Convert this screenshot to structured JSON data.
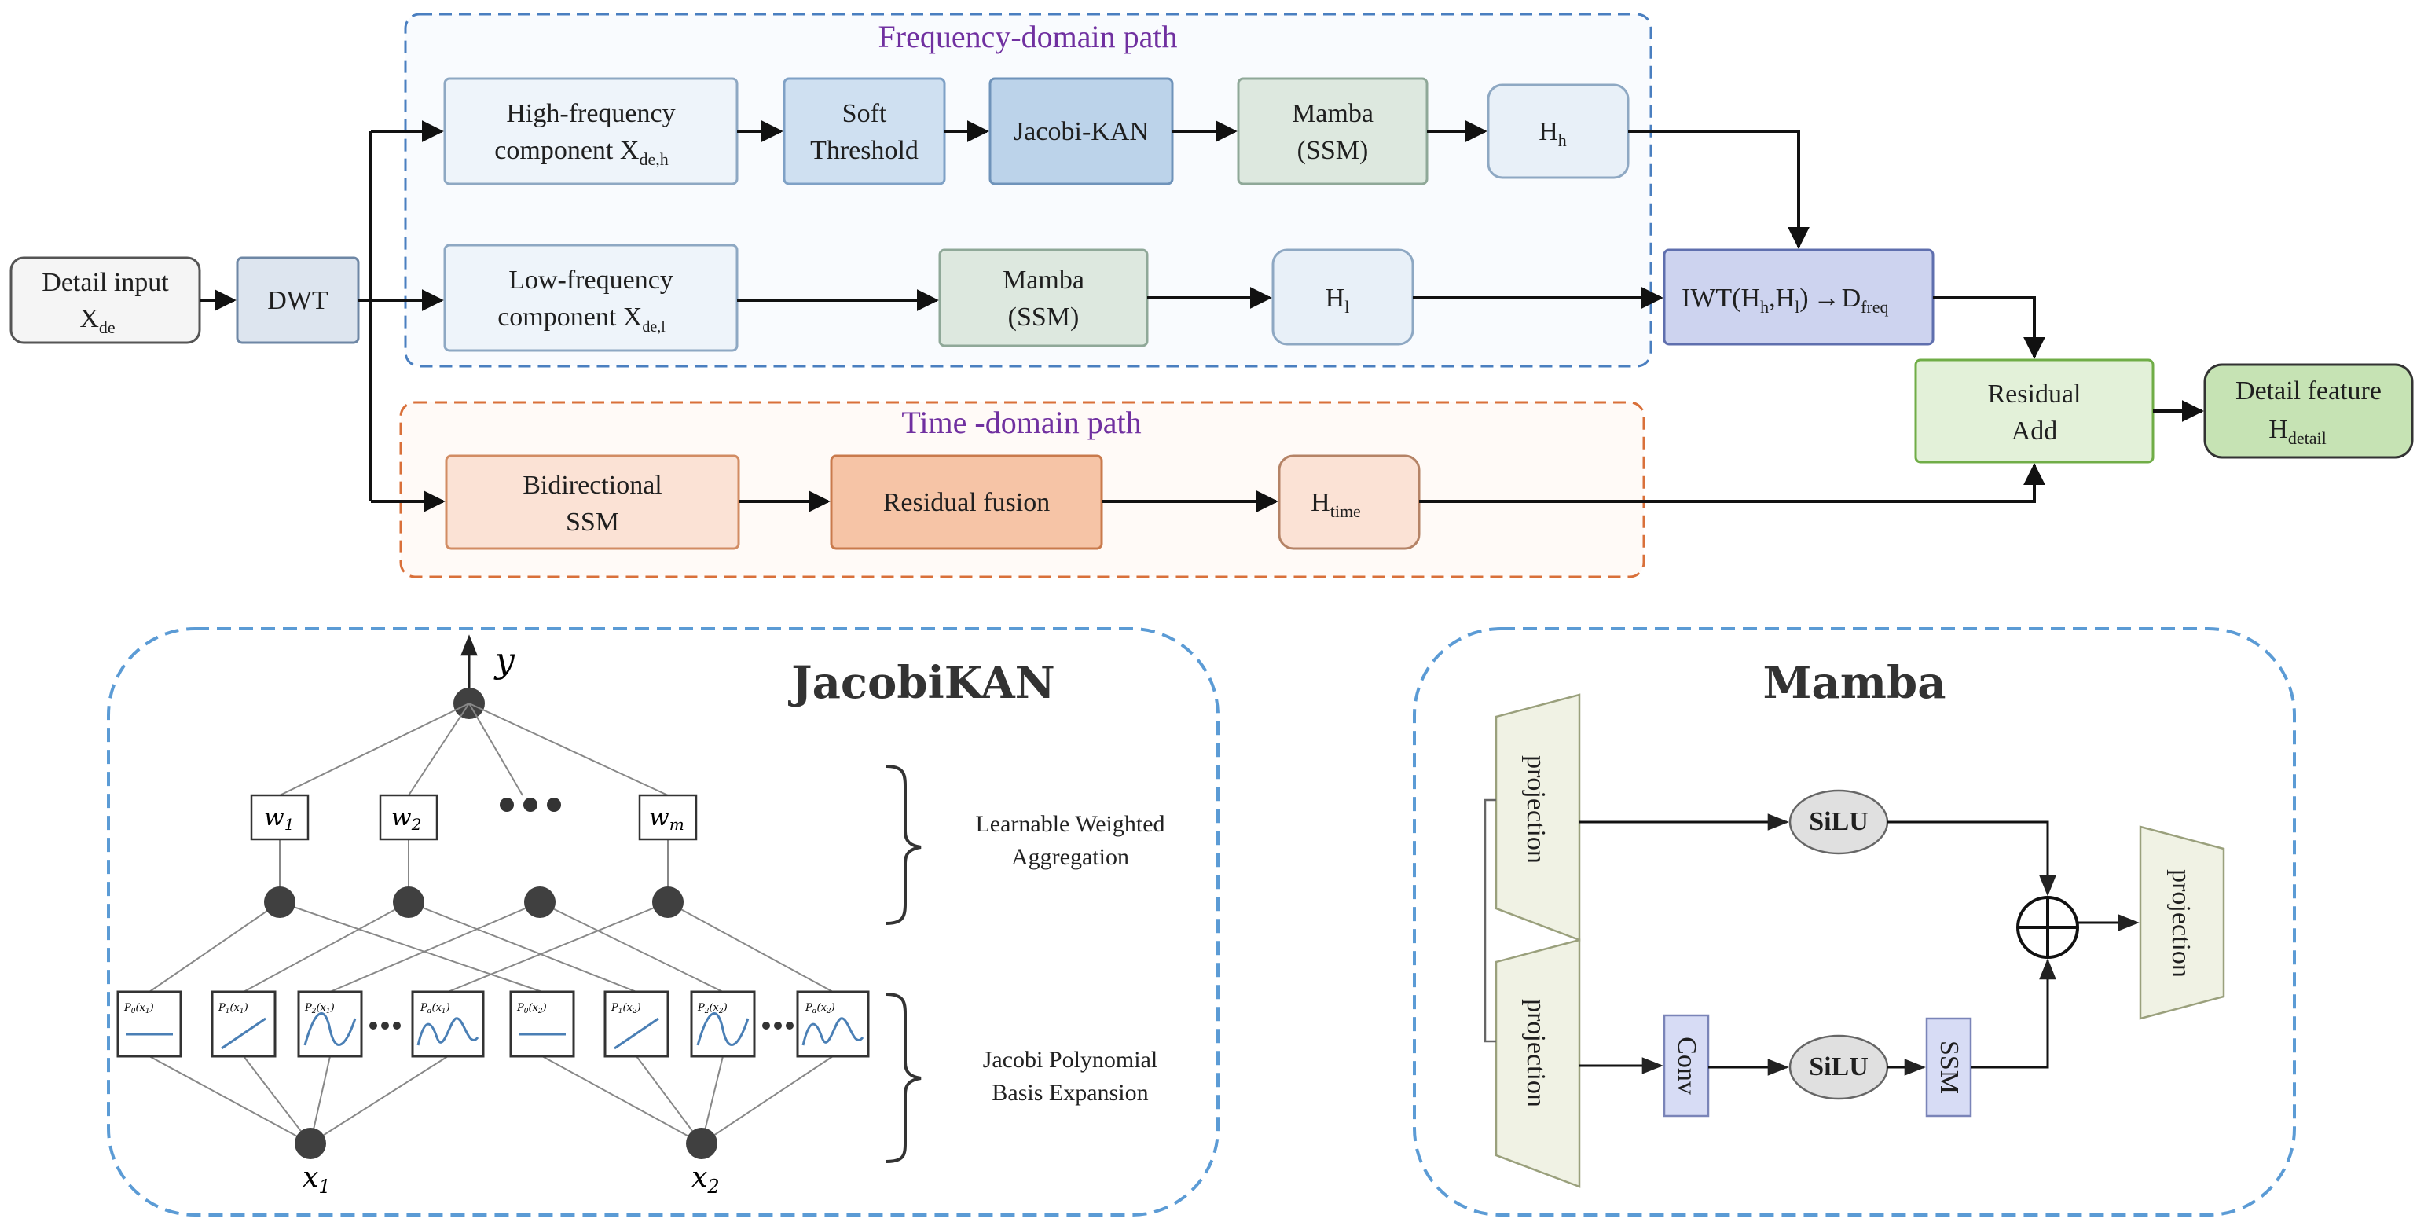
{
  "freq_title": "Frequency-domain path",
  "time_title": "Time -domain path",
  "nodes": {
    "detail_input": {
      "l1": "Detail input",
      "l2": "X",
      "l2_sub": "de"
    },
    "dwt": "DWT",
    "high_freq": {
      "l1": "High-frequency",
      "l2": "component X",
      "l2_sub": "de,h"
    },
    "soft_threshold": {
      "l1": "Soft",
      "l2": "Threshold"
    },
    "jacobi_kan": "Jacobi-KAN",
    "mamba_high": {
      "l1": "Mamba",
      "l2": "(SSM)"
    },
    "h_h": {
      "base": "H",
      "sub": "h"
    },
    "low_freq": {
      "l1": "Low-frequency",
      "l2": "component X",
      "l2_sub": "de,l"
    },
    "mamba_low": {
      "l1": "Mamba",
      "l2": "(SSM)"
    },
    "h_l": {
      "base": "H",
      "sub": "l"
    },
    "iwt": {
      "t1": "IWT(H",
      "s1": "h",
      "t2": ",H",
      "s2": "l",
      "t3": ")",
      "t4": "D",
      "s4": "freq"
    },
    "bidirectional_ssm": {
      "l1": "Bidirectional",
      "l2": "SSM"
    },
    "residual_fusion": "Residual fusion",
    "h_time": {
      "base": "H",
      "sub": "time"
    },
    "residual_add": {
      "l1": "Residual",
      "l2": "Add"
    },
    "detail_feature": {
      "l1": "Detail feature",
      "l2": "H",
      "l2_sub": "detail"
    }
  },
  "jacobikan": {
    "title": "JacobiKAN",
    "output": "y",
    "weights": [
      {
        "b": "w",
        "s": "1"
      },
      {
        "b": "w",
        "s": "2"
      },
      {
        "b": "w",
        "s": "m"
      }
    ],
    "basis": [
      {
        "b": "P",
        "i": "0",
        "x": "1"
      },
      {
        "b": "P",
        "i": "1",
        "x": "1"
      },
      {
        "b": "P",
        "i": "2",
        "x": "1"
      },
      {
        "b": "P",
        "i": "d",
        "x": "1"
      },
      {
        "b": "P",
        "i": "0",
        "x": "2"
      },
      {
        "b": "P",
        "i": "1",
        "x": "2"
      },
      {
        "b": "P",
        "i": "2",
        "x": "2"
      },
      {
        "b": "P",
        "i": "d",
        "x": "2"
      }
    ],
    "inputs": [
      {
        "b": "x",
        "s": "1"
      },
      {
        "b": "x",
        "s": "2"
      }
    ],
    "note_aggregation": {
      "l1": "Learnable Weighted",
      "l2": "Aggregation"
    },
    "note_basis": {
      "l1": "Jacobi Polynomial",
      "l2": "Basis Expansion"
    }
  },
  "mamba": {
    "title": "Mamba",
    "projection": "projection",
    "silu": "SiLU",
    "conv": "Conv",
    "ssm": "SSM"
  },
  "colors": {
    "freq_border": "#4a7fc0",
    "time_border": "#d9703a",
    "high_freq_fill": "#eef4fa",
    "soft_fill": "#cfe0f1",
    "jacobi_fill": "#bcd3ea",
    "mamba_fill": "#dde8df",
    "h_fill": "#e8f0f8",
    "iwt_fill": "#cdd3ef",
    "time_light": "#fbe2d5",
    "time_dark": "#f6c4a6",
    "residual_add_fill": "#e3f1d9",
    "detail_feature_fill": "#c6e3b4",
    "proj_fill": "#f0f2e4",
    "silu_fill": "#e0e0e0",
    "conv_fill": "#d7dcf5",
    "dwt_fill": "#dde5ef",
    "input_fill": "#f5f5f5"
  }
}
